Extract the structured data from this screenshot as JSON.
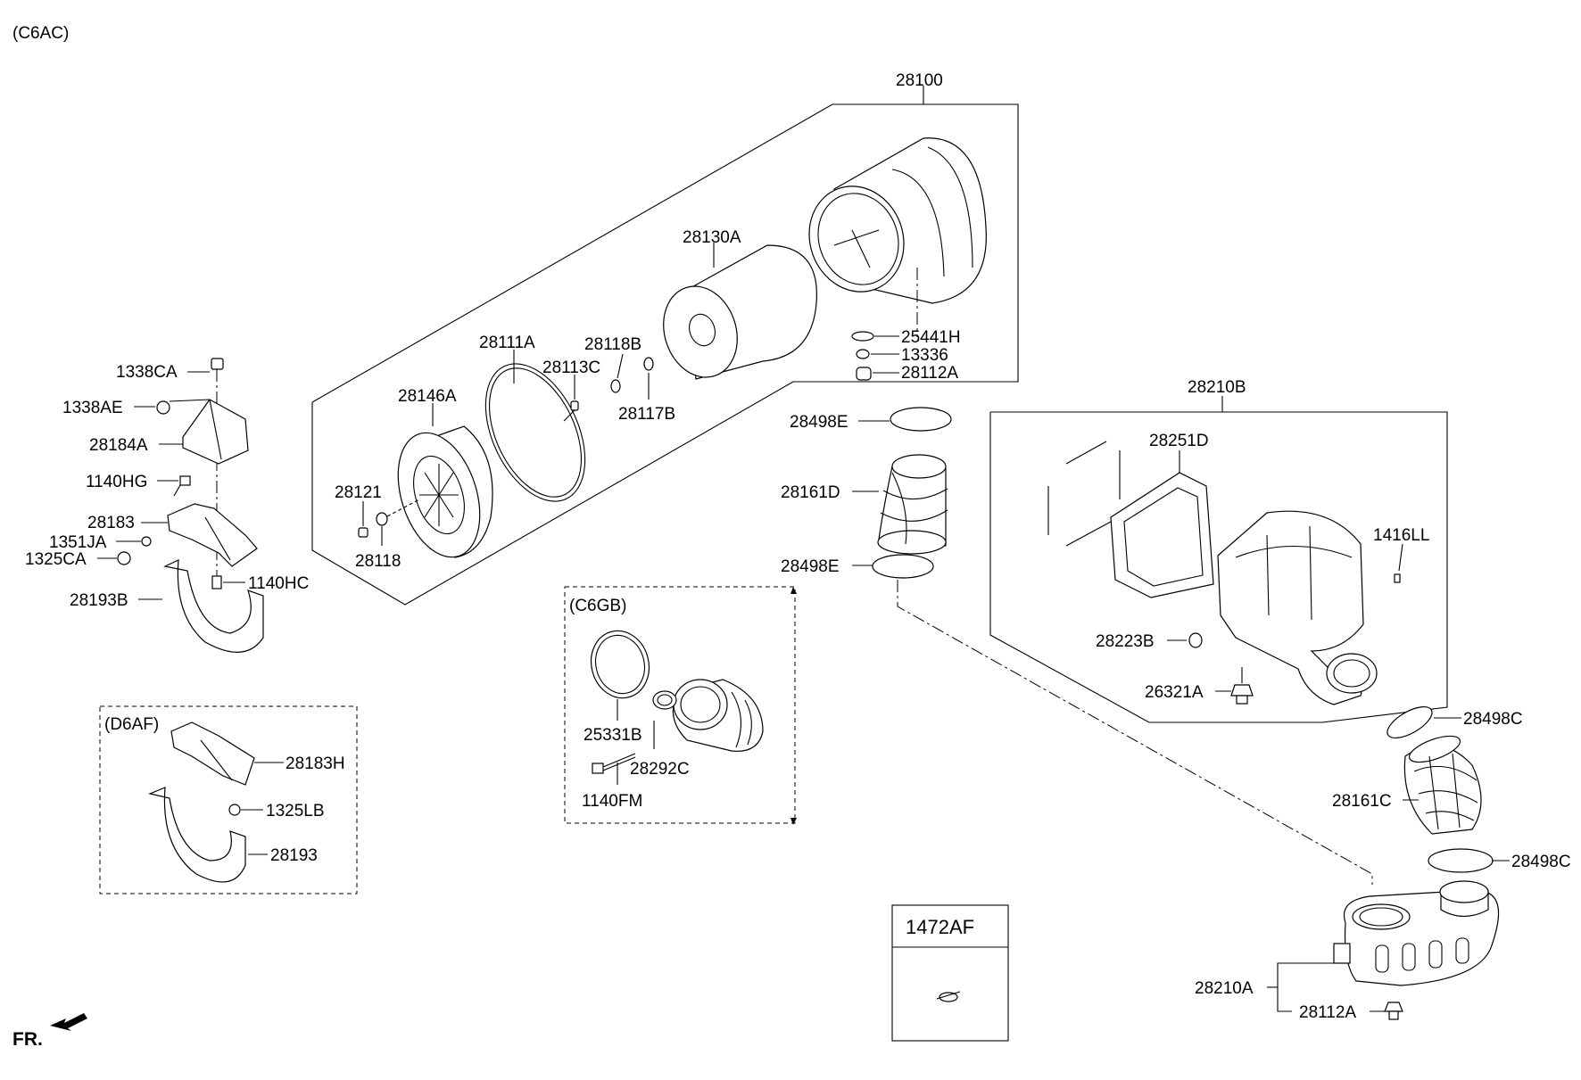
{
  "engine_code": "(C6AC)",
  "groups": {
    "c6gb": "(C6GB)",
    "d6af": "(D6AF)"
  },
  "front_marker": "FR.",
  "legend_box": {
    "code": "1472AF"
  },
  "labels": {
    "p28100": "28100",
    "p28130A": "28130A",
    "p28111A": "28111A",
    "p28118B": "28118B",
    "p28113C": "28113C",
    "p28146A": "28146A",
    "p28117B": "28117B",
    "p28121": "28121",
    "p28118": "28118",
    "p25441H": "25441H",
    "p13336": "13336",
    "p28112A_top": "28112A",
    "p28498E_top": "28498E",
    "p28161D": "28161D",
    "p28498E_bot": "28498E",
    "p28210B": "28210B",
    "p28251D": "28251D",
    "p1416LL": "1416LL",
    "p28223B": "28223B",
    "p26321A": "26321A",
    "p28498C_top": "28498C",
    "p28161C": "28161C",
    "p28498C_bot": "28498C",
    "p28210A": "28210A",
    "p28112A_bot": "28112A",
    "p1338CA": "1338CA",
    "p1338AE": "1338AE",
    "p28184A": "28184A",
    "p1140HG": "1140HG",
    "p28183": "28183",
    "p1351JA": "1351JA",
    "p1325CA": "1325CA",
    "p1140HC": "1140HC",
    "p28193B": "28193B",
    "p28183H": "28183H",
    "p1325LB": "1325LB",
    "p28193": "28193",
    "p25331B": "25331B",
    "p28292C": "28292C",
    "p1140FM": "1140FM"
  }
}
